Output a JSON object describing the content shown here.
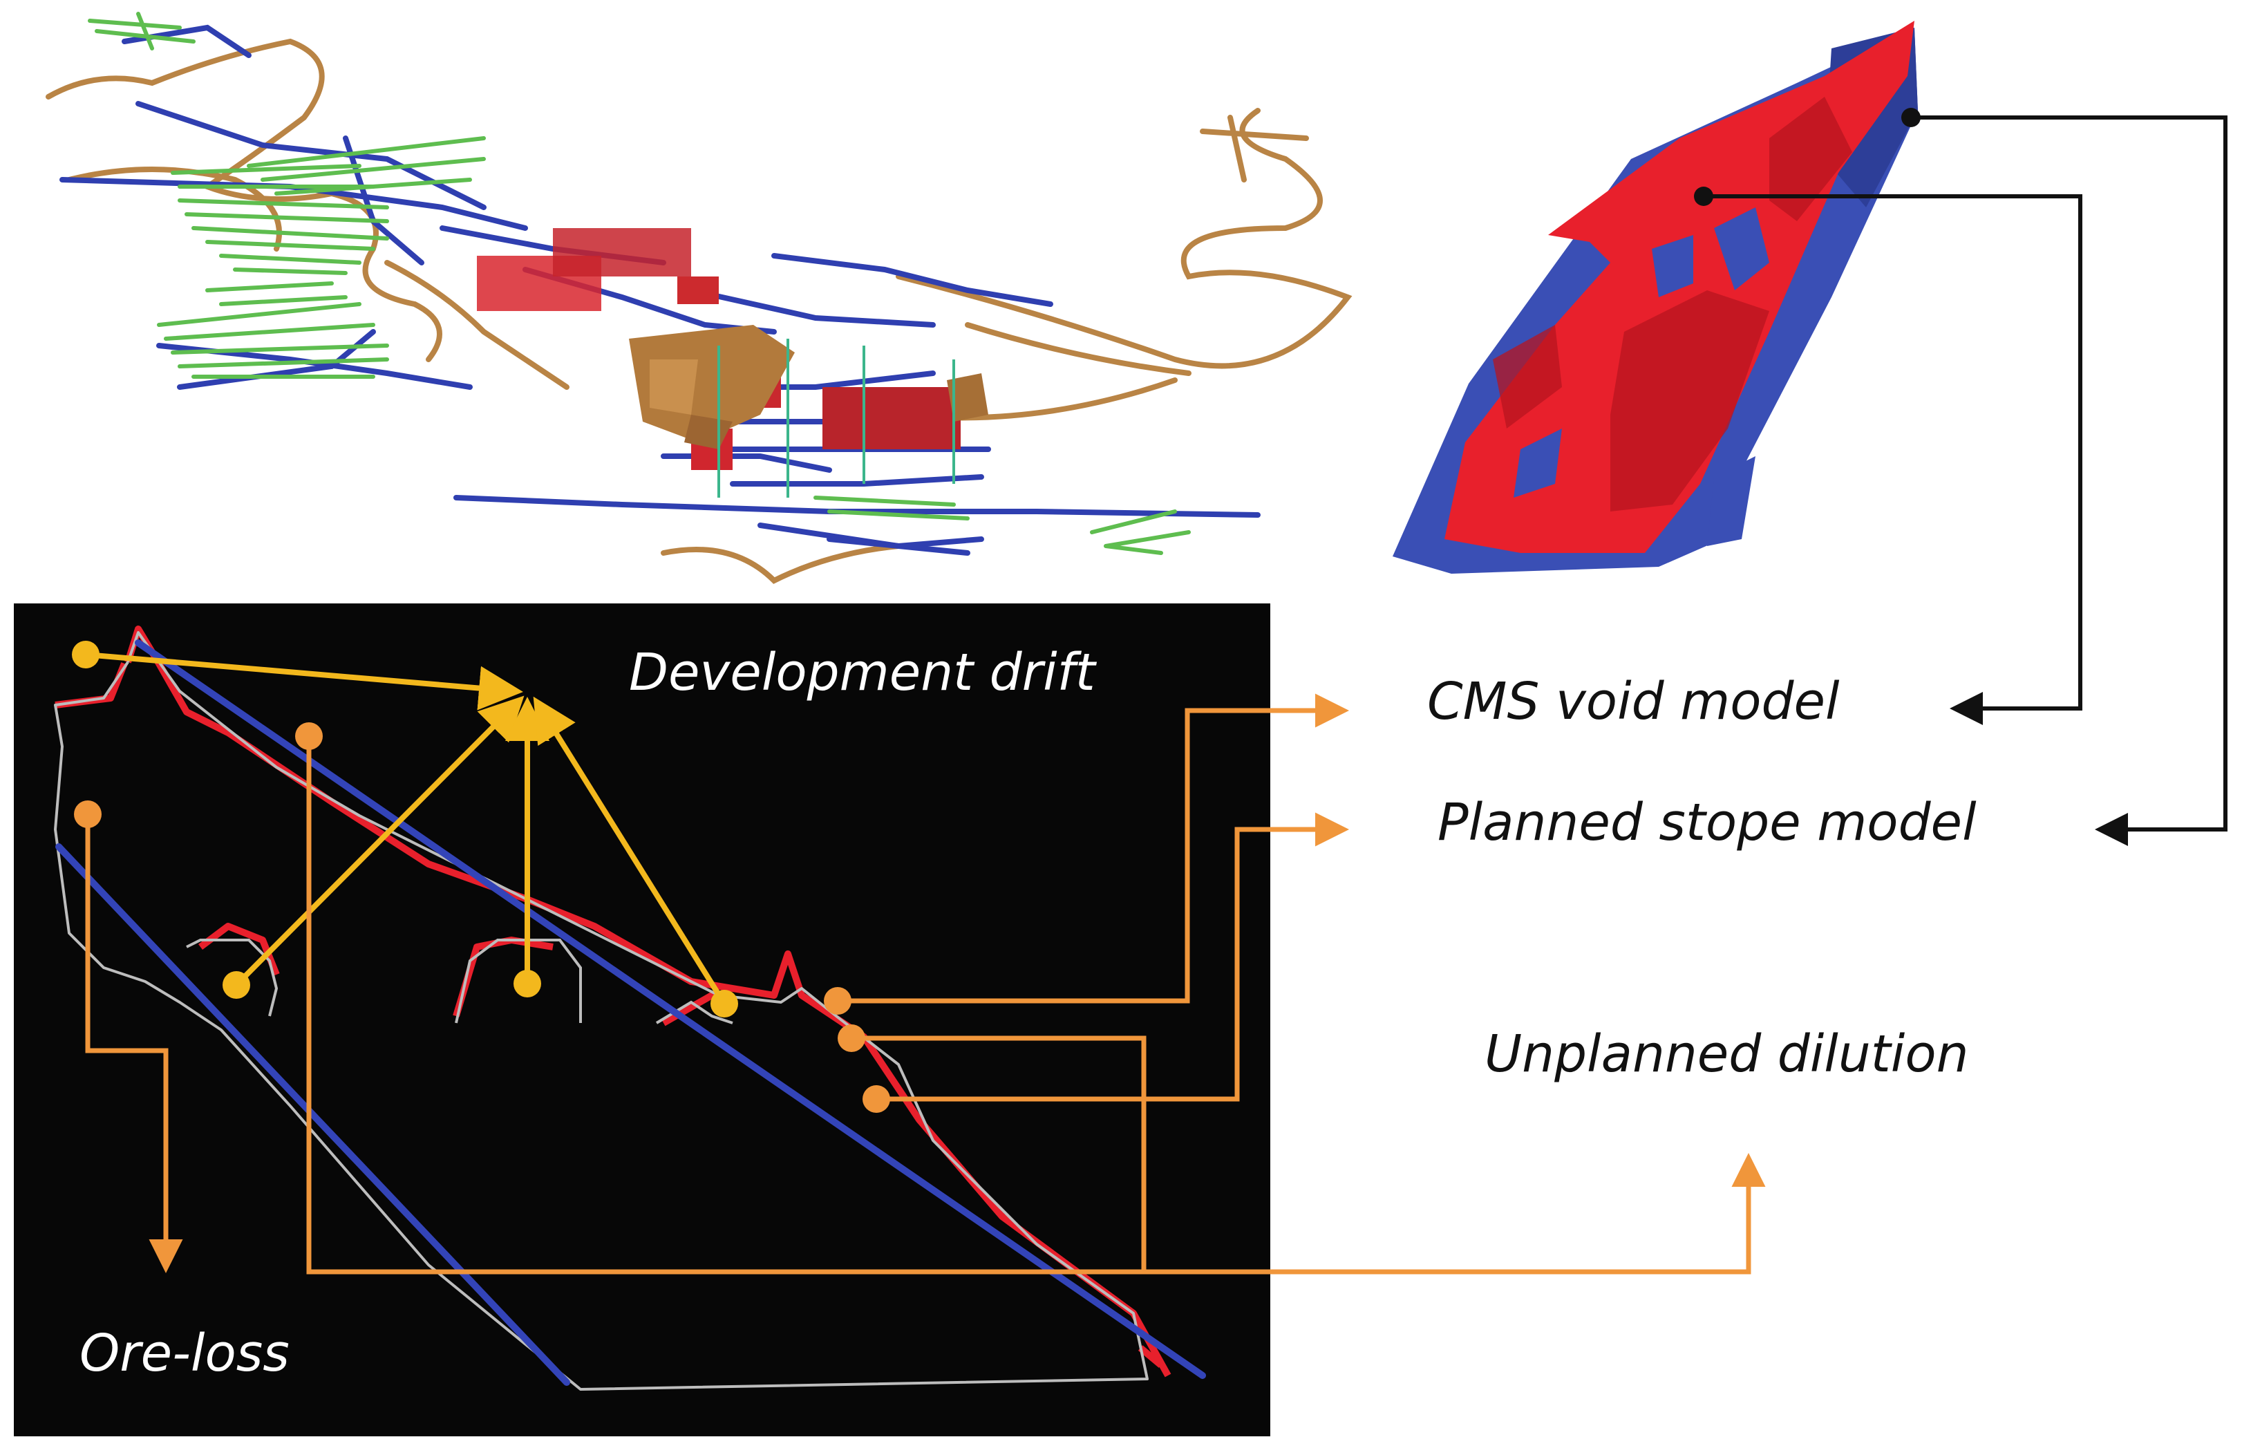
{
  "labels": {
    "development_drift": "Development drift",
    "cms_void_model": "CMS void model",
    "planned_stope_model": "Planned stope model",
    "unplanned_dilution": "Unplanned dilution",
    "ore_loss": "Ore-loss"
  },
  "colors": {
    "panel_bg": "#070707",
    "void_red": "#e8202c",
    "stope_blue": "#3a4fb5",
    "development_blue": "#2f3fb0",
    "ramp_brown": "#b98445",
    "drill_green": "#5ebd4f",
    "yellow_arrow": "#f3b81d",
    "orange_arrow": "#f0963b",
    "black_arrow": "#111111",
    "label_white": "#ffffff",
    "label_black": "#111111"
  },
  "icons": [
    "mine-layout-3d-image",
    "stope-3d-image",
    "section-view-panel"
  ]
}
